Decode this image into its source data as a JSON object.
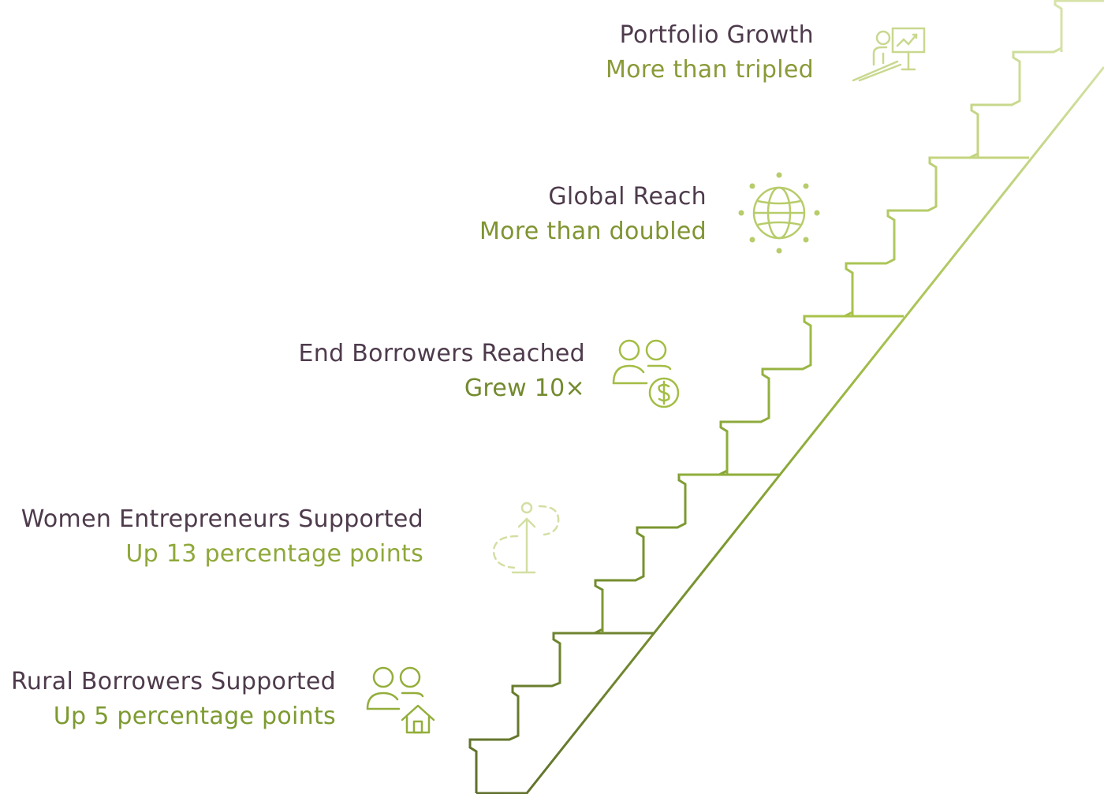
{
  "milestones": [
    {
      "title": "Portfolio Growth",
      "value": "More than tripled",
      "icon": "presentation-growth-icon",
      "color": "#8a9a38"
    },
    {
      "title": "Global Reach",
      "value": "More than doubled",
      "icon": "globe-icon",
      "color": "#7f9432"
    },
    {
      "title": "End Borrowers Reached",
      "value": "Grew 10×",
      "icon": "people-dollar-icon",
      "color": "#738a2e"
    },
    {
      "title": "Women Entrepreneurs Supported",
      "value": "Up 13 percentage points",
      "icon": "person-arrow-up-icon",
      "color": "#8fa83a"
    },
    {
      "title": "Rural Borrowers Supported",
      "value": "Up 5 percentage points",
      "icon": "people-house-icon",
      "color": "#7d9a30"
    }
  ],
  "colors": {
    "title_text": "#4e3b4c",
    "stair_dark": "#5f6f2c",
    "stair_mid": "#8fb03c",
    "stair_light": "#d6e2a8",
    "icon_green": "#a9c24a"
  }
}
